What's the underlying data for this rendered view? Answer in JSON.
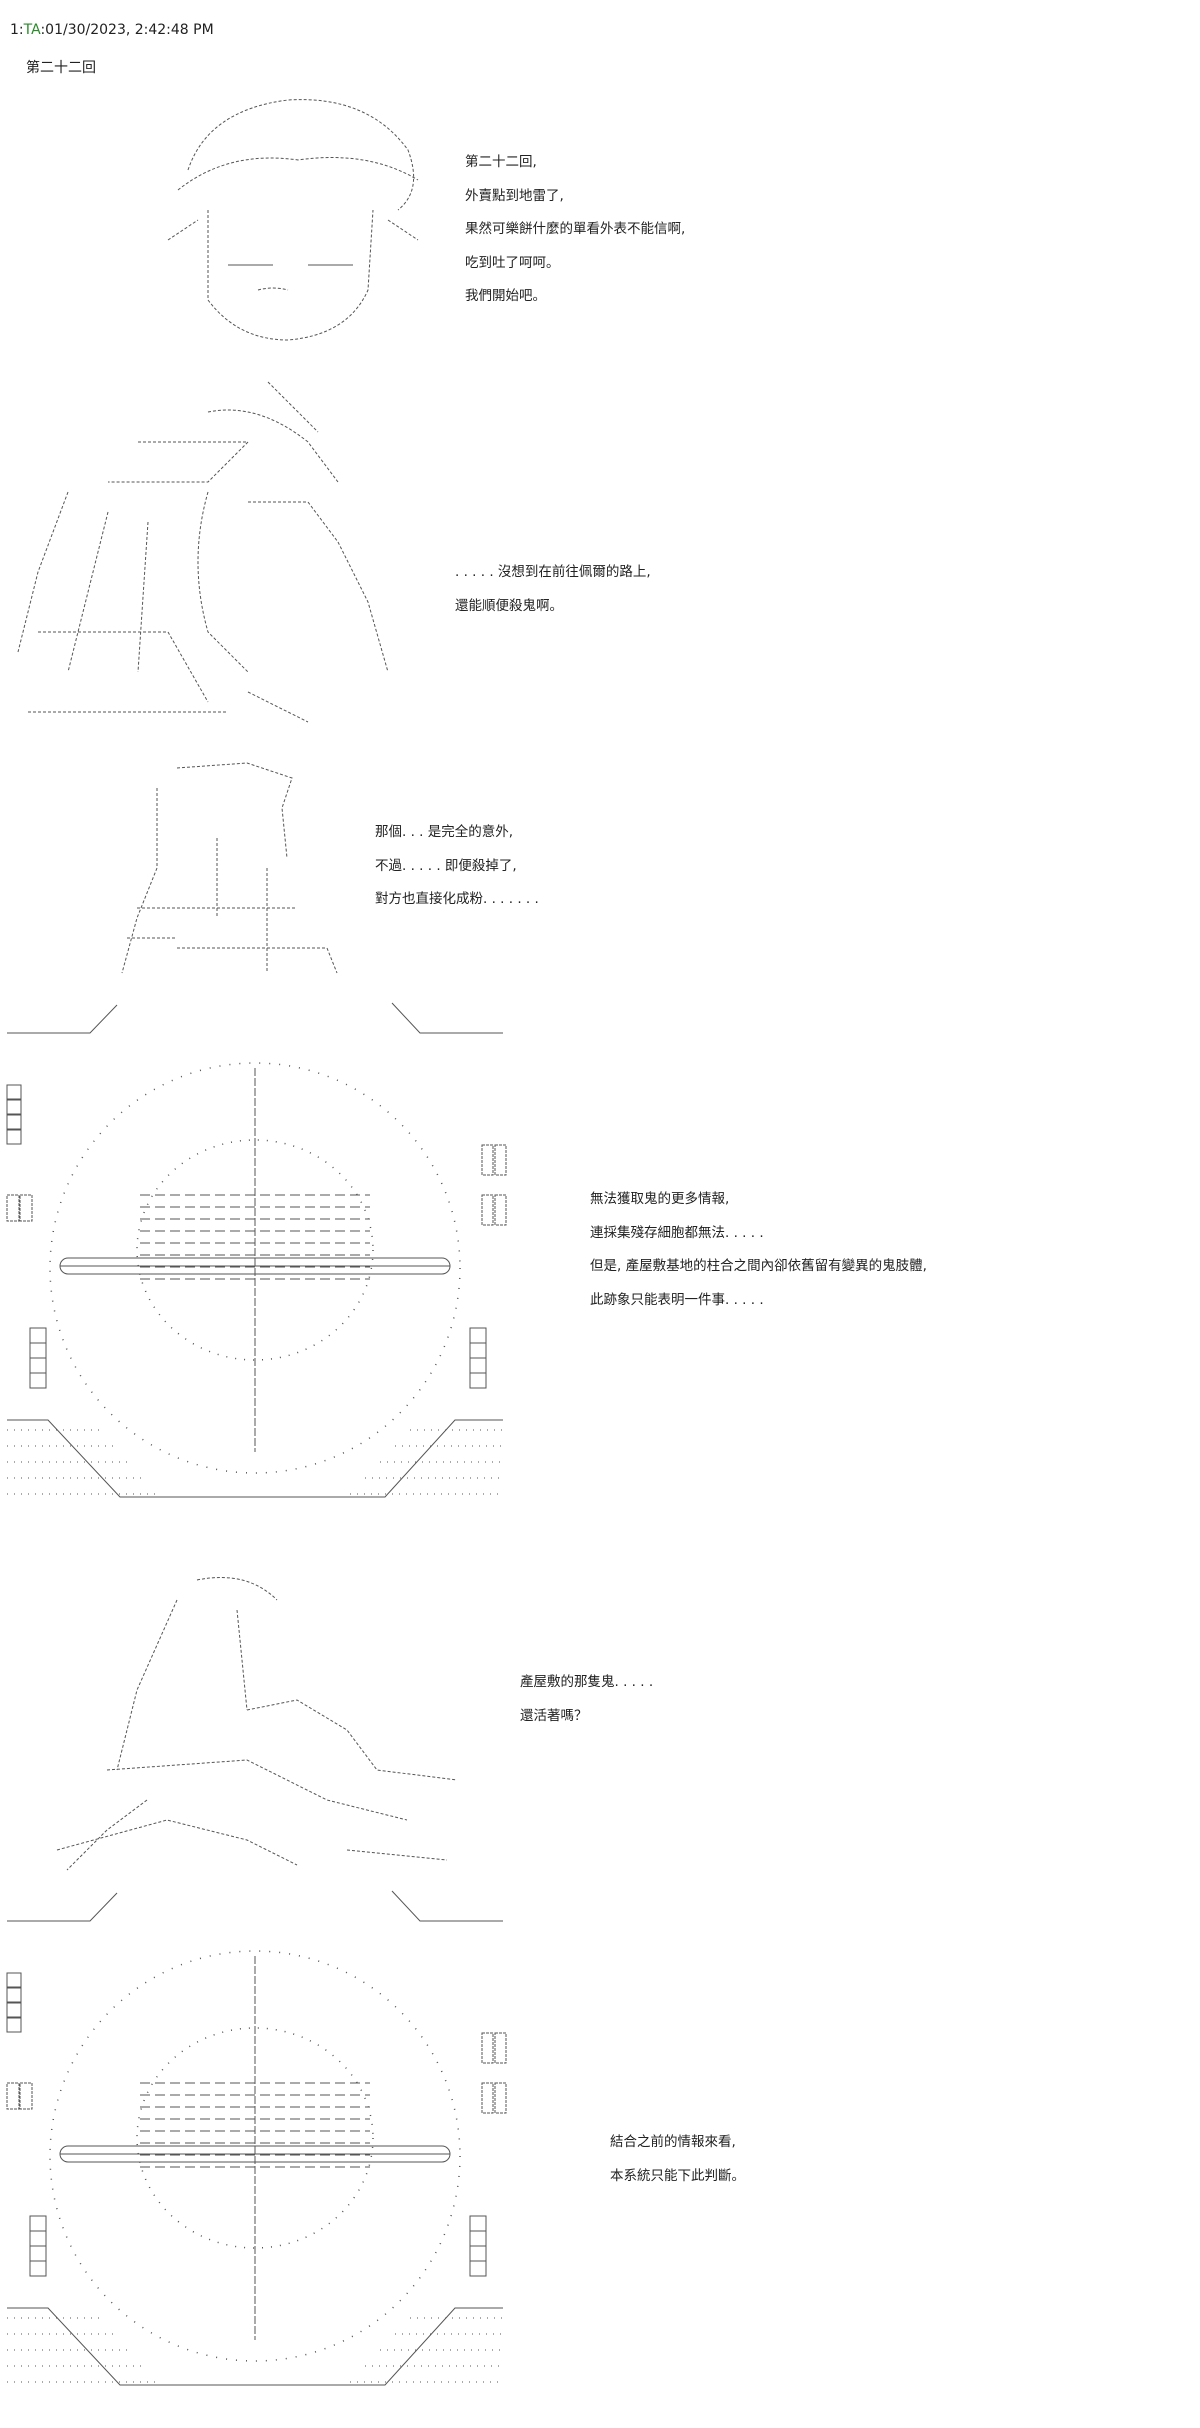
{
  "post": {
    "number": "1",
    "author": "TA",
    "timestamp": "01/30/2023, 2:42:48 PM",
    "title": "第二十二回"
  },
  "blocks": [
    {
      "lines": [
        "第二十二回,",
        "外賣點到地雷了,",
        "果然可樂餅什麼的單看外表不能信啊,",
        "吃到吐了呵呵。",
        "我們開始吧。"
      ]
    },
    {
      "lines": [
        ". . . . . 沒想到在前往佩爾的路上,",
        "還能順便殺鬼啊。"
      ]
    },
    {
      "lines": [
        "那個. . . 是完全的意外,",
        "不過. . . . . 即便殺掉了,",
        "對方也直接化成粉. . . . . . ."
      ]
    },
    {
      "lines": [
        "無法獲取鬼的更多情報,",
        "連採集殘存細胞都無法. . . . .",
        "但是, 產屋敷基地的柱合之間內卻依舊留有變異的鬼肢體,",
        "此跡象只能表明一件事. . . . ."
      ]
    },
    {
      "lines": [
        "產屋敷的那隻鬼. . . . .",
        "還活著嗎？"
      ]
    },
    {
      "lines": [
        "結合之前的情報來看,",
        "本系統只能下此判斷。"
      ]
    }
  ],
  "colors": {
    "author": "#2a8a2a",
    "text": "#222222",
    "art": "#555555"
  }
}
